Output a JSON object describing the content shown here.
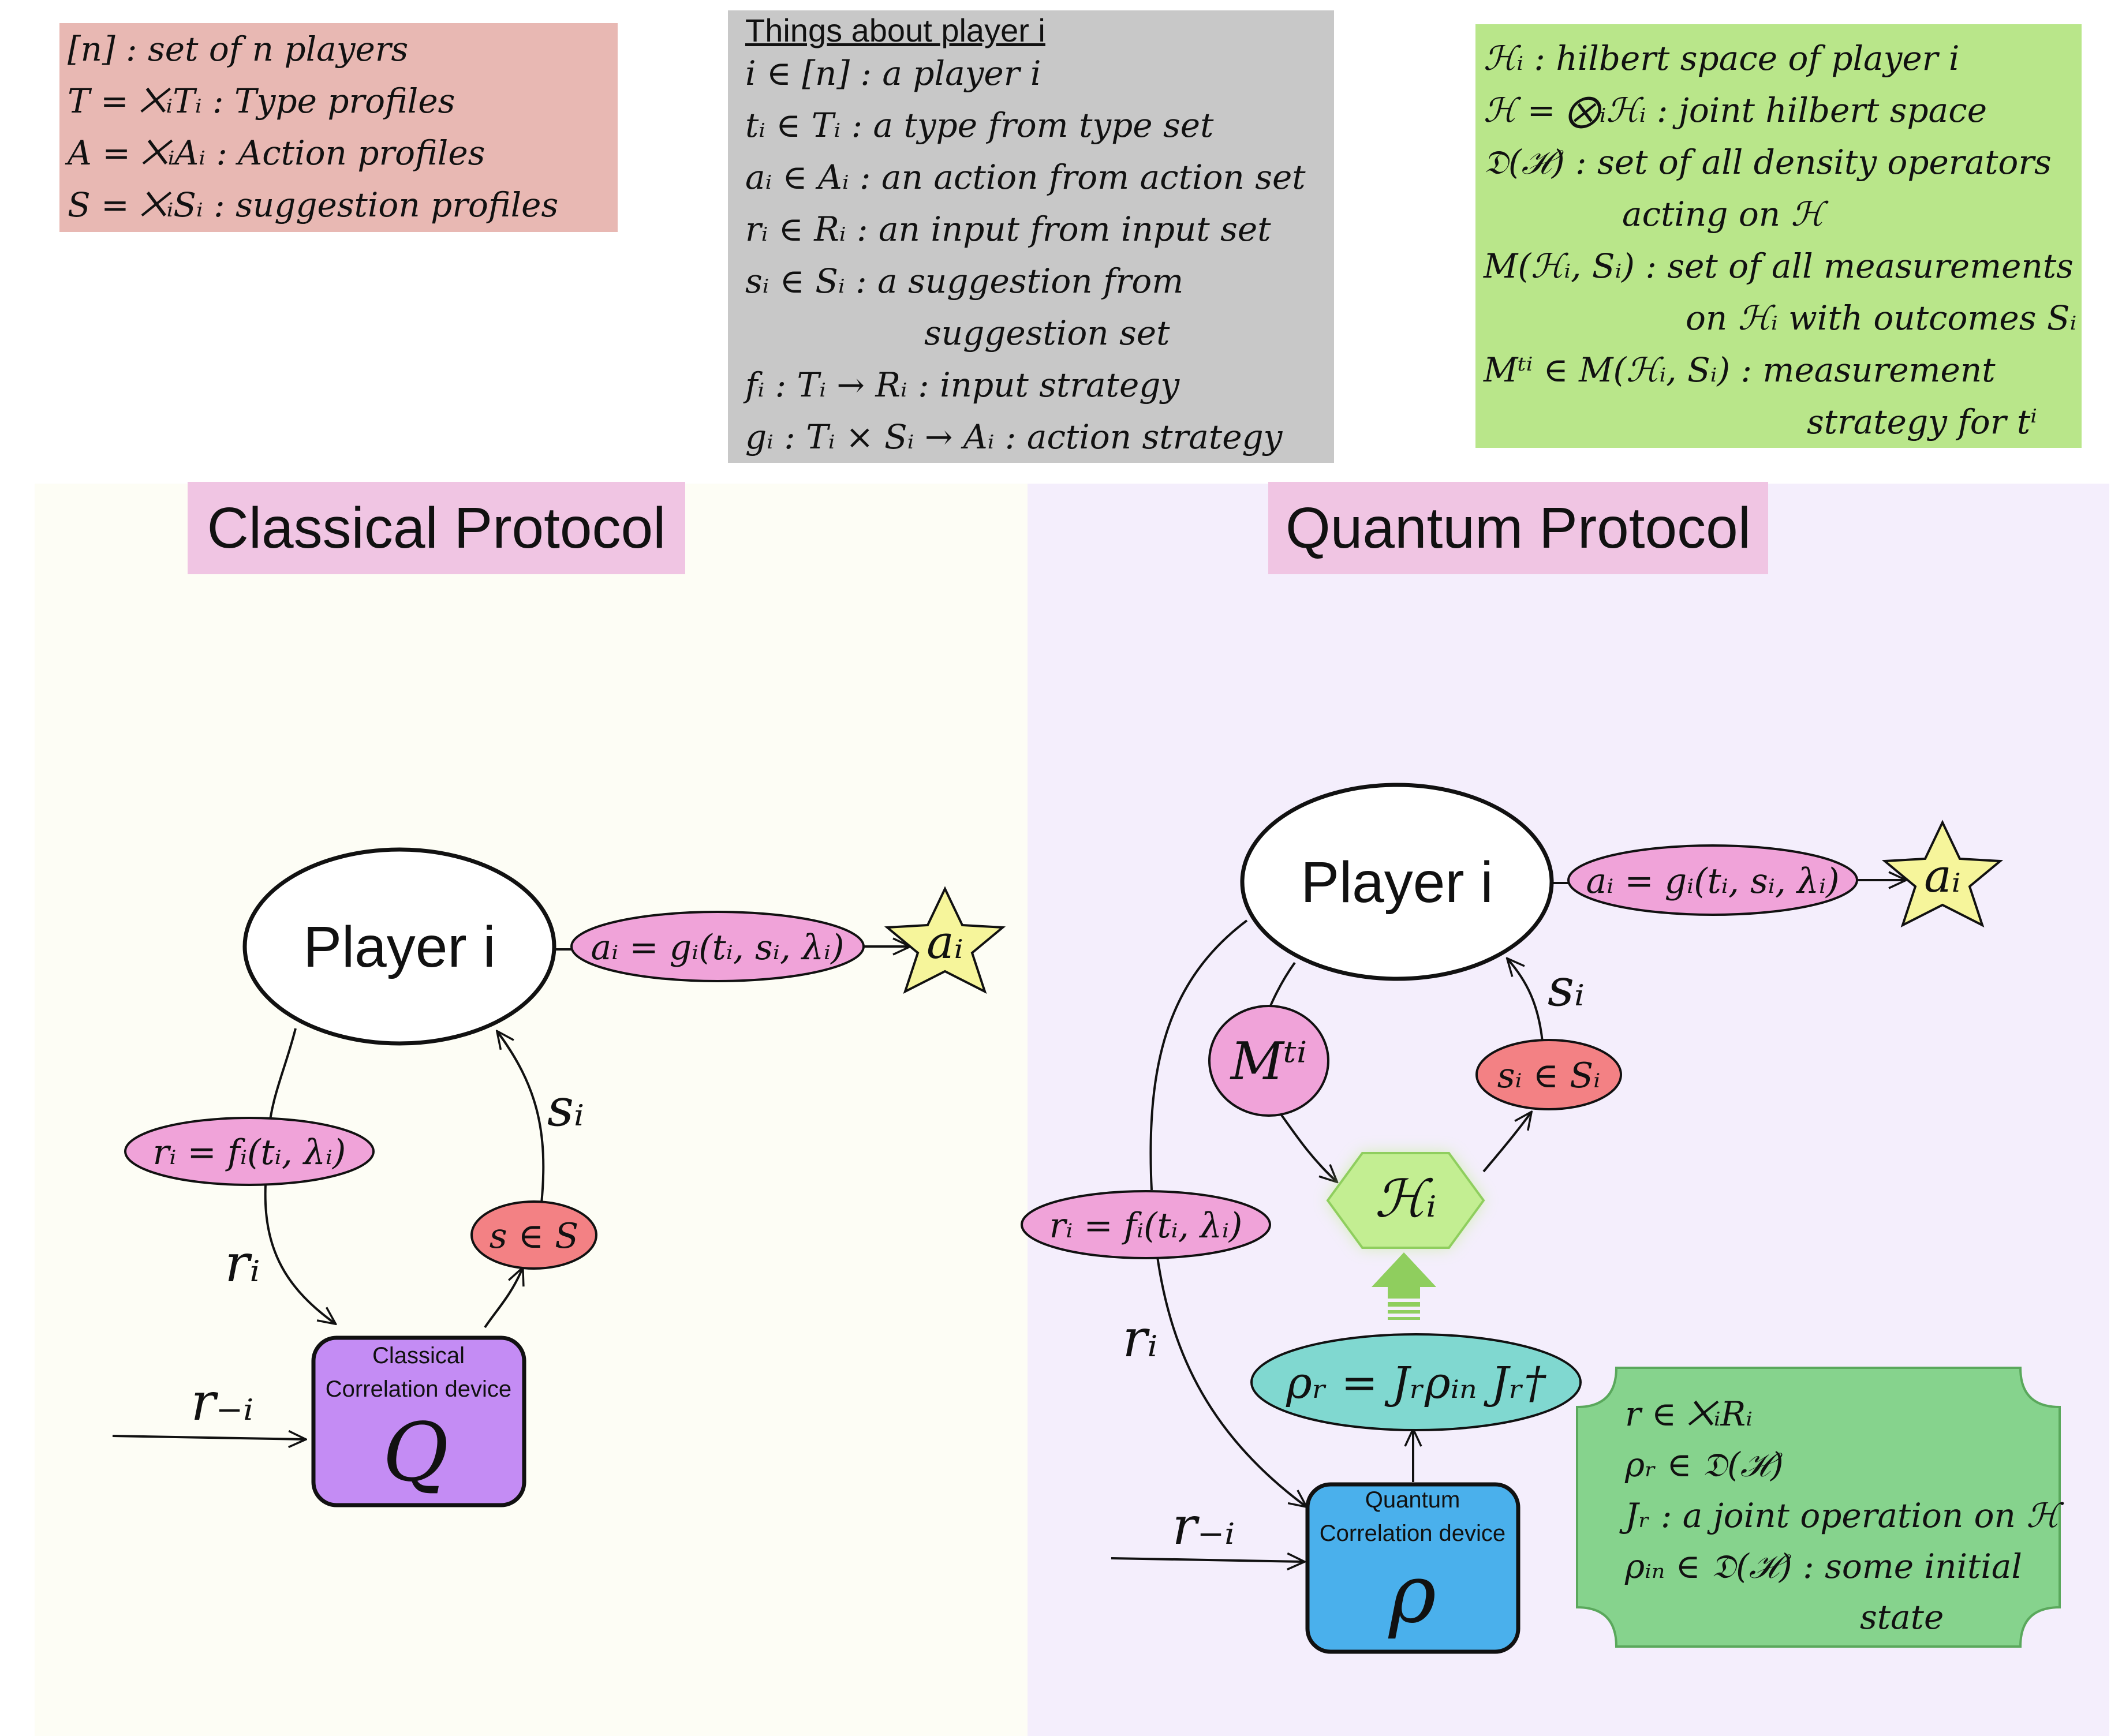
{
  "sets_box": {
    "lines": [
      "[n] : set of n players",
      "T = ⨉ᵢTᵢ : Type profiles",
      "A = ⨉ᵢAᵢ : Action profiles",
      "S = ⨉ᵢSᵢ : suggestion profiles"
    ]
  },
  "player_box": {
    "heading": "Things about player i",
    "lines": [
      "i ∈ [n] : a player i",
      "tᵢ ∈ Tᵢ : a type from type set",
      "aᵢ ∈ Aᵢ : an action from action set",
      "rᵢ ∈ Rᵢ : an input from input set",
      "sᵢ ∈ Sᵢ : a suggestion from",
      "suggestion set",
      "fᵢ : Tᵢ → Rᵢ : input strategy",
      "gᵢ : Tᵢ × Sᵢ → Aᵢ : action strategy"
    ]
  },
  "hilbert_box": {
    "lines": [
      "ℋᵢ : hilbert space of player i",
      "ℋ = ⨂ᵢℋᵢ : joint hilbert space",
      "𝔇(ℋ) : set of all density operators",
      "acting on ℋ",
      "M(ℋᵢ, Sᵢ) : set of all measurements",
      "on ℋᵢ with outcomes Sᵢ",
      "Mᵗⁱ ∈ M(ℋᵢ, Sᵢ) : measurement",
      "strategy for tⁱ"
    ]
  },
  "classical": {
    "title": "Classical Protocol",
    "player_label": "Player i",
    "action_label": "aᵢ = gᵢ(tᵢ, sᵢ, λᵢ)",
    "outcome_label": "aᵢ",
    "input_label": "rᵢ = fᵢ(tᵢ, λᵢ)",
    "r_i": "rᵢ",
    "r_minus_i": "r₋ᵢ",
    "s_i": "sᵢ",
    "suggestion_label": "s ∈ S",
    "device_line1": "Classical",
    "device_line2": "Correlation device",
    "device_symbol": "Q"
  },
  "quantum": {
    "title": "Quantum Protocol",
    "player_label": "Player i",
    "action_label": "aᵢ = gᵢ(tᵢ, sᵢ, λᵢ)",
    "outcome_label": "aᵢ",
    "measurement_label": "Mᵗⁱ",
    "suggestion_label": "sᵢ ∈ Sᵢ",
    "s_i": "sᵢ",
    "hilbert_label": "ℋᵢ",
    "input_label": "rᵢ = fᵢ(tᵢ, λᵢ)",
    "r_i": "rᵢ",
    "r_minus_i": "r₋ᵢ",
    "state_label": "ρᵣ = Jᵣρᵢₙ Jᵣ†",
    "device_line1": "Quantum",
    "device_line2": "Correlation device",
    "device_symbol": "ρ"
  },
  "joint_box": {
    "lines": [
      "r ∈ ⨉ᵢRᵢ",
      "ρᵣ ∈ 𝔇(ℋ)",
      "Jᵣ : a joint operation on ℋ",
      "ρᵢₙ ∈ 𝔇(ℋ) : some initial",
      "state"
    ]
  },
  "colors": {
    "sets_box": "#e8b8b3",
    "player_box": "#c8c8c8",
    "hilbert_box": "#b9e68a",
    "joint_box": "#86d38d",
    "classical_panel": "#fdfdf5",
    "quantum_panel": "#f4eefc",
    "title_bg": "#f0c5e3",
    "pink_ellipse": "#f0a3d9",
    "red_ellipse": "#f38184",
    "star": "#f6f59b",
    "classical_device": "#c48cf4",
    "quantum_device": "#4ab0ec",
    "hexagon": "#c3ee92",
    "teal_ellipse": "#80d8d0",
    "green_arrow": "#8fce5e"
  }
}
